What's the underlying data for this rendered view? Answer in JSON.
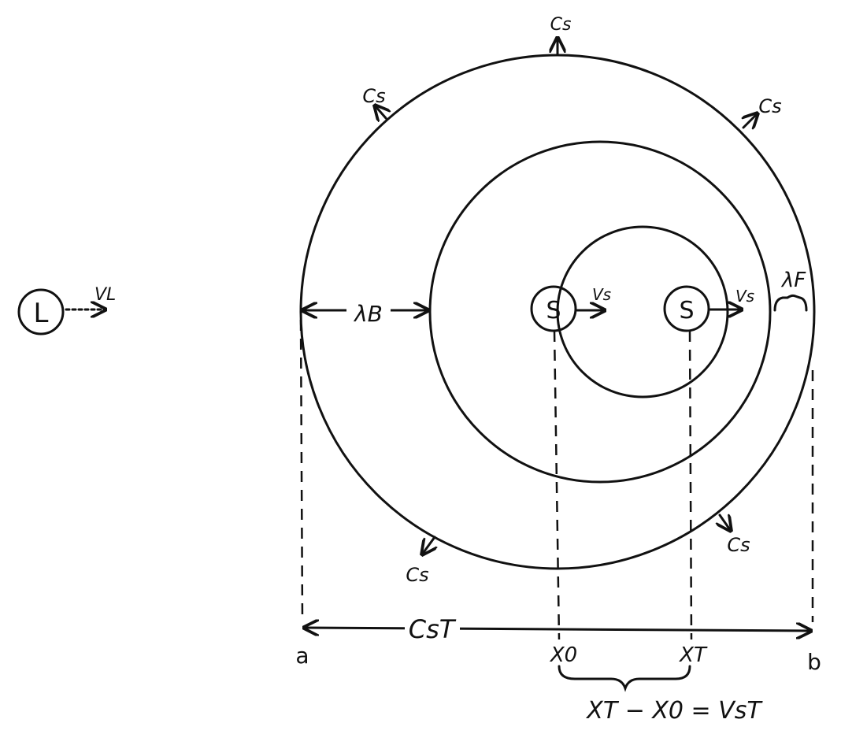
{
  "listener": {
    "symbol": "L",
    "velocity_label": "VL"
  },
  "source": {
    "symbol": "S",
    "velocity_label": "Vs"
  },
  "wave_speed_label": "Cs",
  "wavelength_back_label": "λB",
  "wavelength_front_label": "λF",
  "distance_label": "CsT",
  "points": {
    "a": "a",
    "b": "b",
    "x0": "X0",
    "xT": "XT"
  },
  "displacement_label": "XT − X0 = VsT",
  "colors": {
    "ink": "#111111",
    "background": "#ffffff"
  }
}
